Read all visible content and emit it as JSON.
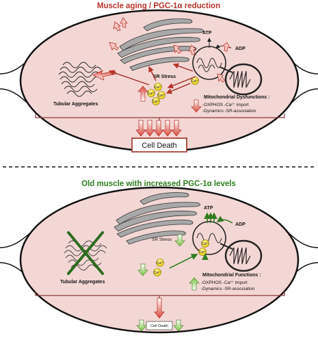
{
  "top_panel": {
    "title": "Muscle aging / PGC-1α reduction",
    "sr_stress": "SR Stress",
    "atp": "ATP",
    "adp": "ADP",
    "tubular": "Tubular Aggregates",
    "ca": "Ca²⁺",
    "mito_heading": "Mitochondrial Dysfunctions :",
    "mito_line1": "-OXPHOS   -Ca²⁺ import",
    "mito_line2": "-Dynamics   -SR-association",
    "cell_death": "Cell Death"
  },
  "bottom_panel": {
    "title": "Old muscle with increased PGC-1α levels",
    "sr_stress": "SR Stress",
    "atp": "ATP",
    "adp": "ADP",
    "tubular": "Tubular Aggregates",
    "ca": "Ca²⁺",
    "mito_heading": "Mitochondrial Functions :",
    "mito_line1": "-OXPHOS   -Ca²⁺ import",
    "mito_line2": "-Dynamics   -SR-association",
    "cell_death": "Cell Death"
  },
  "colors": {
    "cell_fill": "#f3d7d4",
    "dysfunction": "#c8352b",
    "rescue": "#3a8a22"
  }
}
